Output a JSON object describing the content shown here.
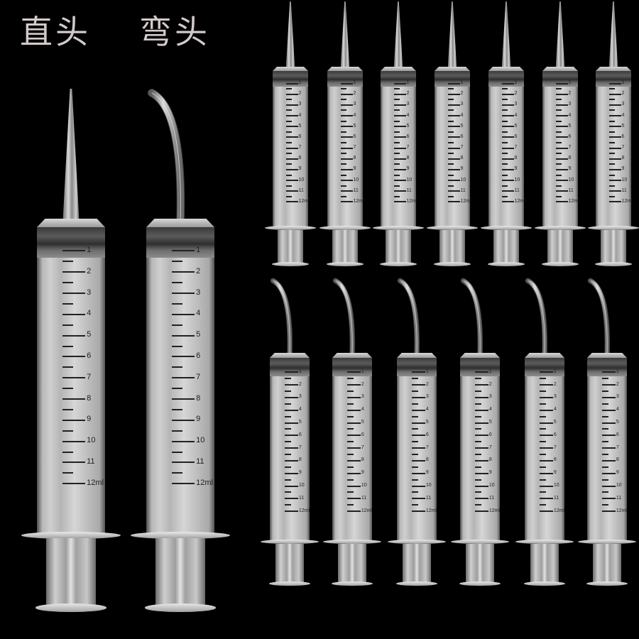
{
  "header": {
    "straight_label": "直头",
    "bent_label": "弯头",
    "text_color": "#d2caca"
  },
  "colors": {
    "background": "#000000",
    "barrel": "#c4c4c4",
    "graduation": "#1e1e1e"
  },
  "graduation_labels": [
    "1",
    "2",
    "3",
    "4",
    "5",
    "6",
    "7",
    "8",
    "9",
    "10",
    "11",
    "12ml"
  ],
  "large_syringes": [
    {
      "tip": "straight",
      "label": "直头"
    },
    {
      "tip": "bent",
      "label": "弯头"
    }
  ],
  "top_row": {
    "count": 7,
    "tip": "straight"
  },
  "bottom_row": {
    "count": 6,
    "tip": "bent"
  }
}
